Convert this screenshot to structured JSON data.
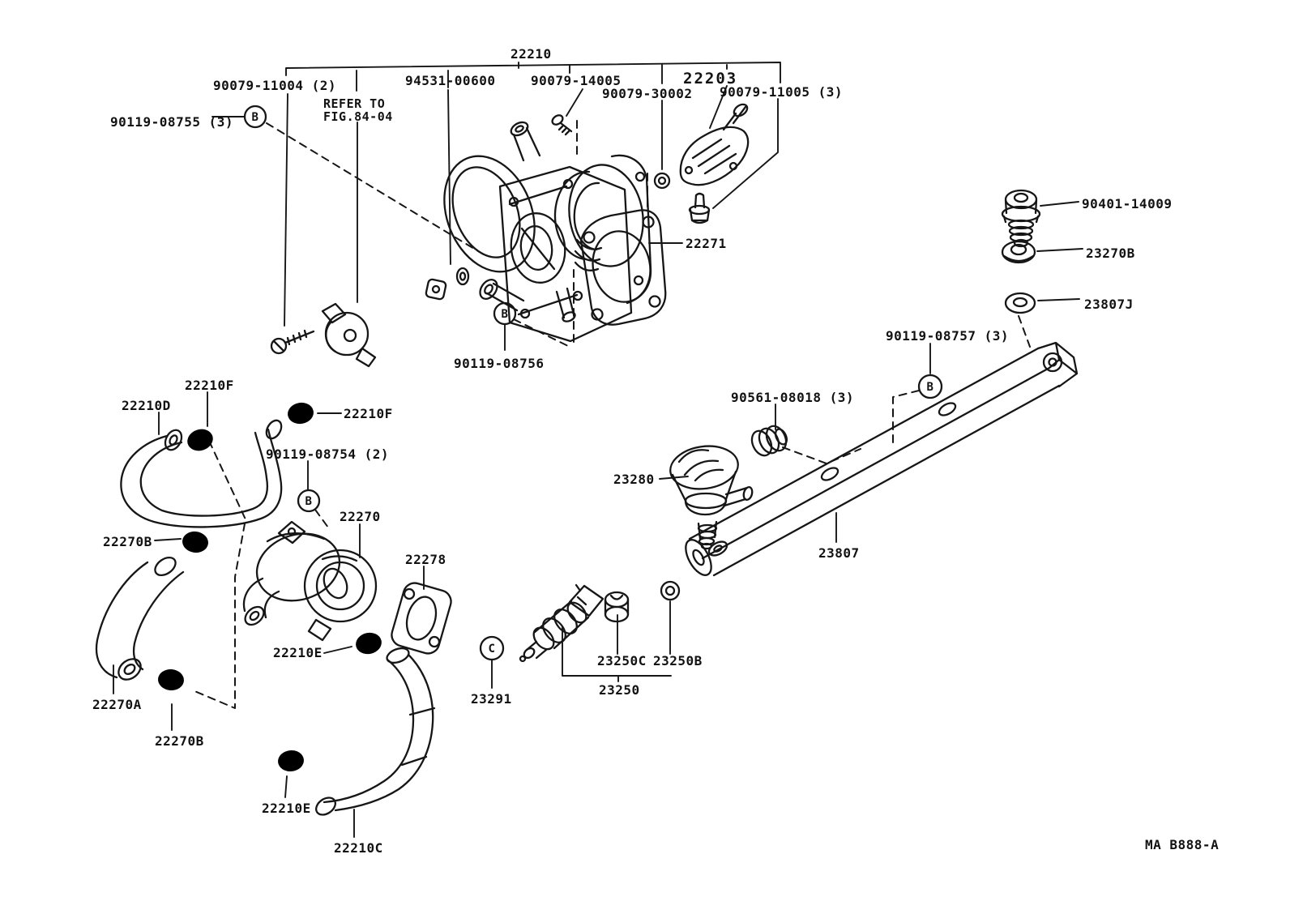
{
  "figure": {
    "footer_code": "MA B888-A",
    "note": {
      "line1": "REFER TO",
      "line2": "FIG.84-04"
    },
    "circled": {
      "b": "B",
      "c": "C"
    },
    "colors": {
      "ink": "#161616",
      "paper": "#ffffff"
    },
    "parts": {
      "p22210": "22210",
      "p90079_11004": "90079-11004 (2)",
      "p94531_00600": "94531-00600",
      "p90079_14005": "90079-14005",
      "p22203": "22203",
      "p90079_30002": "90079-30002",
      "p90079_11005": "90079-11005 (3)",
      "p90119_08755": "90119-08755 (3)",
      "p90401_14009": "90401-14009",
      "p23270b": "23270B",
      "p23807j": "23807J",
      "p22271": "22271",
      "p90119_08756": "90119-08756",
      "p90119_08757": "90119-08757 (3)",
      "p90561_08018": "90561-08018 (3)",
      "p22210f_a": "22210F",
      "p22210d": "22210D",
      "p22210f_b": "22210F",
      "p90119_08754": "90119-08754 (2)",
      "p23280": "23280",
      "p22270b_a": "22270B",
      "p22270": "22270",
      "p22278": "22278",
      "p23807": "23807",
      "p22210e_a": "22210E",
      "p23250c": "23250C",
      "p23250b": "23250B",
      "p23250": "23250",
      "p23291": "23291",
      "p22270a": "22270A",
      "p22270b_b": "22270B",
      "p22210e_b": "22210E",
      "p22210c": "22210C",
      "p22210c_note": ""
    }
  }
}
